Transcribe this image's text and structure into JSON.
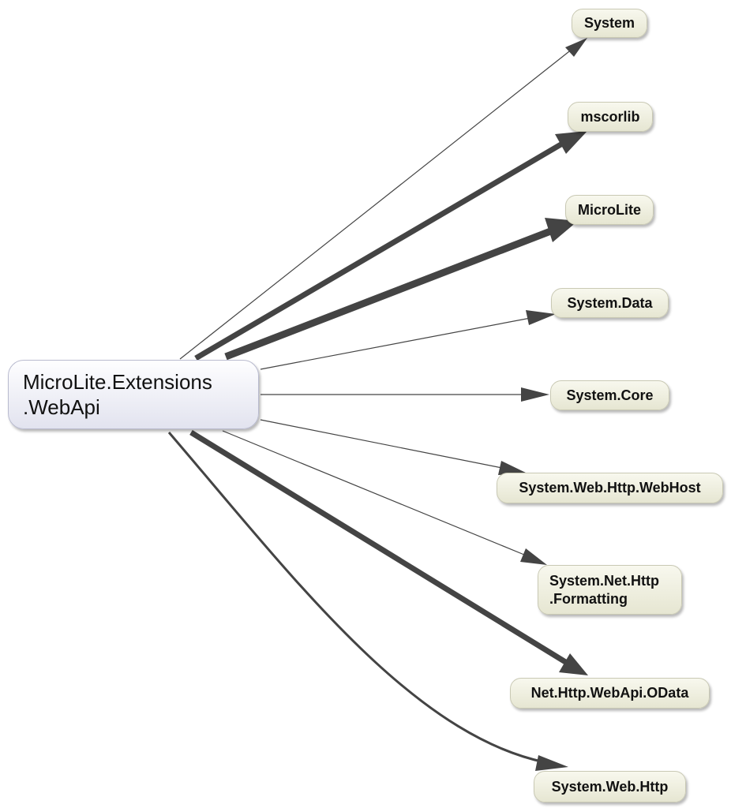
{
  "root": {
    "label": "MicroLite.Extensions\n.WebApi"
  },
  "nodes": [
    {
      "id": "system",
      "label": "System"
    },
    {
      "id": "mscorlib",
      "label": "mscorlib"
    },
    {
      "id": "microlite",
      "label": "MicroLite"
    },
    {
      "id": "system-data",
      "label": "System.Data"
    },
    {
      "id": "system-core",
      "label": "System.Core"
    },
    {
      "id": "webhost",
      "label": "System.Web.Http.WebHost"
    },
    {
      "id": "net-http-fmt",
      "label": "System.Net.Http\n.Formatting"
    },
    {
      "id": "odata",
      "label": "Net.Http.WebApi.OData"
    },
    {
      "id": "system-web-http",
      "label": "System.Web.Http"
    }
  ],
  "colors": {
    "edge": "#444444",
    "node_fill": "#ececdc",
    "root_fill": "#e6e7f1"
  }
}
